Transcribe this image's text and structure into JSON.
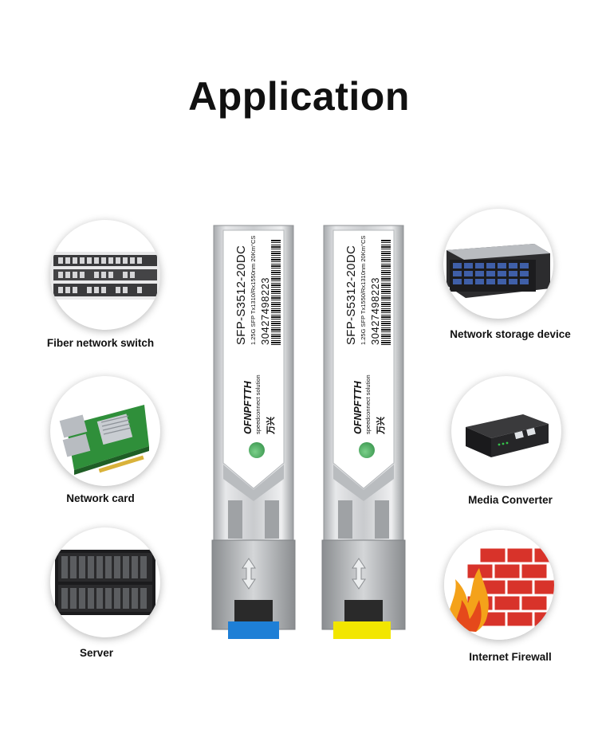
{
  "title": "Application",
  "applications_left": [
    {
      "label": "Fiber network switch",
      "icon": "network-switch-icon"
    },
    {
      "label": "Network card",
      "icon": "network-card-icon"
    },
    {
      "label": "Server",
      "icon": "server-icon"
    }
  ],
  "applications_right": [
    {
      "label": "Network storage device",
      "icon": "storage-device-icon"
    },
    {
      "label": "Media Converter",
      "icon": "media-converter-icon"
    },
    {
      "label": "Internet Firewall",
      "icon": "firewall-icon"
    }
  ],
  "modules": [
    {
      "model": "SFP-S3512-20DC",
      "spec": "1.25G SFP Tx1310/Rx1550nm 20Km°CS",
      "serial": "30427498223",
      "brand": "OFNPFTTH",
      "slogan": "speedconnect solution",
      "chinese": "万兴",
      "tab_color": "#1e7fd6"
    },
    {
      "model": "SFP-S5312-20DC",
      "spec": "1.25G SFP Tx1550/Rx1310nm 20Km°CS",
      "serial": "30427498223",
      "brand": "OFNPFTTH",
      "slogan": "speedconnect solution",
      "chinese": "万兴",
      "tab_color": "#f2e600"
    }
  ]
}
